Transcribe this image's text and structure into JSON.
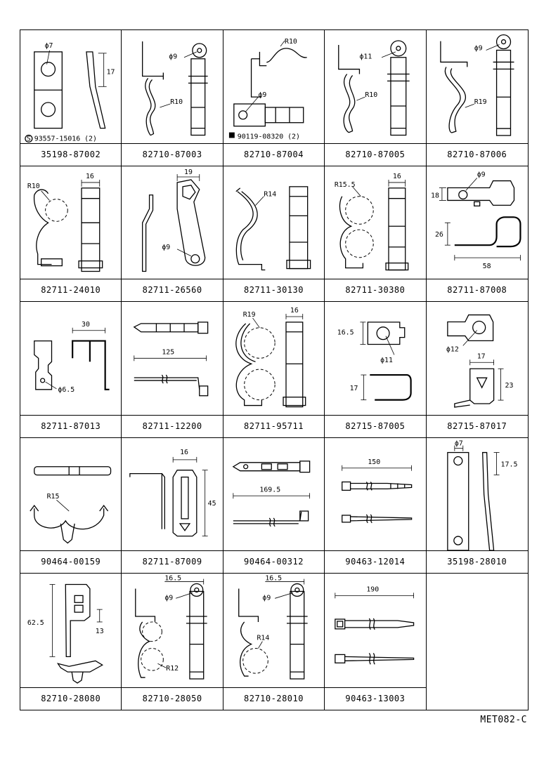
{
  "drawing_code": "MET082-C",
  "cells": [
    {
      "part_number": "35198-87002",
      "labels": {
        "d": "ϕ7",
        "len": "17",
        "screw": "93557-15016 (2)"
      }
    },
    {
      "part_number": "82710-87003",
      "labels": {
        "d": "ϕ9",
        "r": "R10"
      }
    },
    {
      "part_number": "82710-87004",
      "labels": {
        "r": "R10",
        "d": "ϕ9",
        "bolt": "90119-08320 (2)"
      }
    },
    {
      "part_number": "82710-87005",
      "labels": {
        "d": "ϕ11",
        "r": "R10"
      }
    },
    {
      "part_number": "82710-87006",
      "labels": {
        "d": "ϕ9",
        "r": "R19"
      }
    },
    {
      "part_number": "82711-24010",
      "labels": {
        "r": "R10",
        "w": "16"
      }
    },
    {
      "part_number": "82711-26560",
      "labels": {
        "w": "19",
        "d": "ϕ9"
      }
    },
    {
      "part_number": "82711-30130",
      "labels": {
        "r": "R14"
      }
    },
    {
      "part_number": "82711-30380",
      "labels": {
        "r": "R15.5",
        "w": "16"
      }
    },
    {
      "part_number": "82711-87008",
      "labels": {
        "d": "ϕ9",
        "h1": "18",
        "h2": "26",
        "w": "58"
      }
    },
    {
      "part_number": "82711-87013",
      "labels": {
        "w": "30",
        "d": "ϕ6.5"
      }
    },
    {
      "part_number": "82711-12200",
      "labels": {
        "len": "125"
      }
    },
    {
      "part_number": "82711-95711",
      "labels": {
        "r": "R19",
        "w": "16"
      }
    },
    {
      "part_number": "82715-87005",
      "labels": {
        "h": "16.5",
        "d": "ϕ11",
        "h2": "17"
      }
    },
    {
      "part_number": "82715-87017",
      "labels": {
        "d": "ϕ12",
        "w": "17",
        "h": "23"
      }
    },
    {
      "part_number": "90464-00159",
      "labels": {
        "r": "R15"
      }
    },
    {
      "part_number": "82711-87009",
      "labels": {
        "w": "16",
        "h": "45"
      }
    },
    {
      "part_number": "90464-00312",
      "labels": {
        "len": "169.5"
      }
    },
    {
      "part_number": "90463-12014",
      "labels": {
        "len": "150"
      }
    },
    {
      "part_number": "35198-28010",
      "labels": {
        "d": "ϕ7",
        "len": "17.5"
      }
    },
    {
      "part_number": "82710-28080",
      "labels": {
        "h": "62.5",
        "h2": "13"
      }
    },
    {
      "part_number": "82710-28050",
      "labels": {
        "w": "16.5",
        "d": "ϕ9",
        "r": "R12"
      }
    },
    {
      "part_number": "82710-28010",
      "labels": {
        "w": "16.5",
        "d": "ϕ9",
        "r": "R14"
      }
    },
    {
      "part_number": "90463-13003",
      "labels": {
        "len": "190"
      }
    },
    {
      "part_number": "",
      "labels": {}
    }
  ]
}
